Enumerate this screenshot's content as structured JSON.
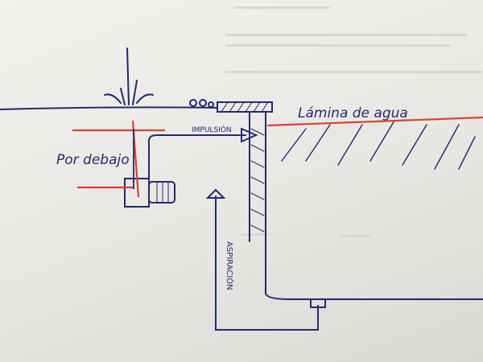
{
  "labels": {
    "water_level": "Lámina de agua",
    "below": "Por debajo",
    "discharge": "IMPULSIÓN",
    "suction": "ASPIRACIÓN"
  },
  "colors": {
    "ink": "#232a6e",
    "red": "#d8432f",
    "paper": "#eeede9"
  }
}
